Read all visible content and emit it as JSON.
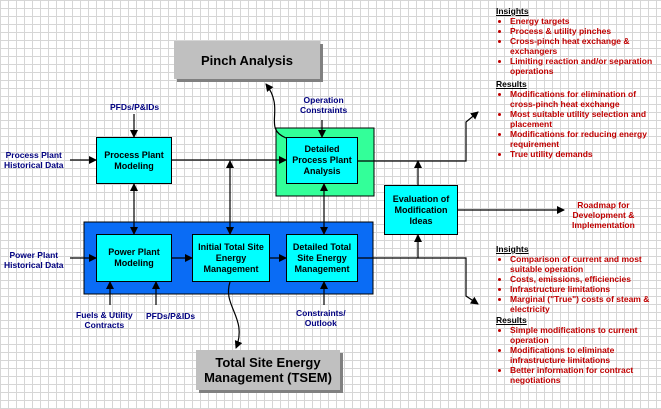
{
  "boxes": {
    "pinch": "Pinch Analysis",
    "process_modeling": "Process Plant Modeling",
    "detailed_process": "Detailed Process Plant Analysis",
    "power_modeling": "Power Plant Modeling",
    "initial_tsem": "Initial Total Site Energy Management",
    "detailed_tsem": "Detailed Total Site Energy Management",
    "evaluation": "Evaluation of Modification Ideas",
    "tsem": "Total Site Energy Management (TSEM)"
  },
  "labels": {
    "pfds_top": "PFDs/P&IDs",
    "process_hist_1": "Process Plant",
    "process_hist_2": "Historical Data",
    "op_constraints_1": "Operation",
    "op_constraints_2": "Constraints",
    "power_hist_1": "Power Plant",
    "power_hist_2": "Historical Data",
    "fuels_1": "Fuels & Utility",
    "fuels_2": "Contracts",
    "pfds_bottom": "PFDs/P&IDs",
    "constraints_1": "Constraints/",
    "constraints_2": "Outlook"
  },
  "roadmap": [
    "Roadmap for",
    "Development &",
    "Implementation"
  ],
  "panel_top": {
    "insights_title": "Insights",
    "insights": [
      "Energy targets",
      "Process & utility pinches",
      "Cross-pinch heat exchange & exchangers",
      "Limiting reaction and/or separation operations"
    ],
    "results_title": "Results",
    "results": [
      "Modifications for elimination of cross-pinch heat exchange",
      "Most suitable utility selection and placement",
      "Modifications for reducing energy requirement",
      "True utility demands"
    ]
  },
  "panel_bottom": {
    "insights_title": "Insights",
    "insights": [
      "Comparison of current and most suitable operation",
      "Costs, emissions, efficiencies",
      "Infrastructure limitations",
      "Marginal (\"True\") costs of steam & electricity"
    ],
    "results_title": "Results",
    "results": [
      "Simple modifications to current operation",
      "Modifications to eliminate infrastructure limitations",
      "Better information for contract negotiations"
    ]
  },
  "colors": {
    "power_panel": "#0a6cf5",
    "process_highlight": "#33ff99",
    "box": "#00ffff",
    "text_red": "#c00000",
    "text_blue": "#000080"
  }
}
